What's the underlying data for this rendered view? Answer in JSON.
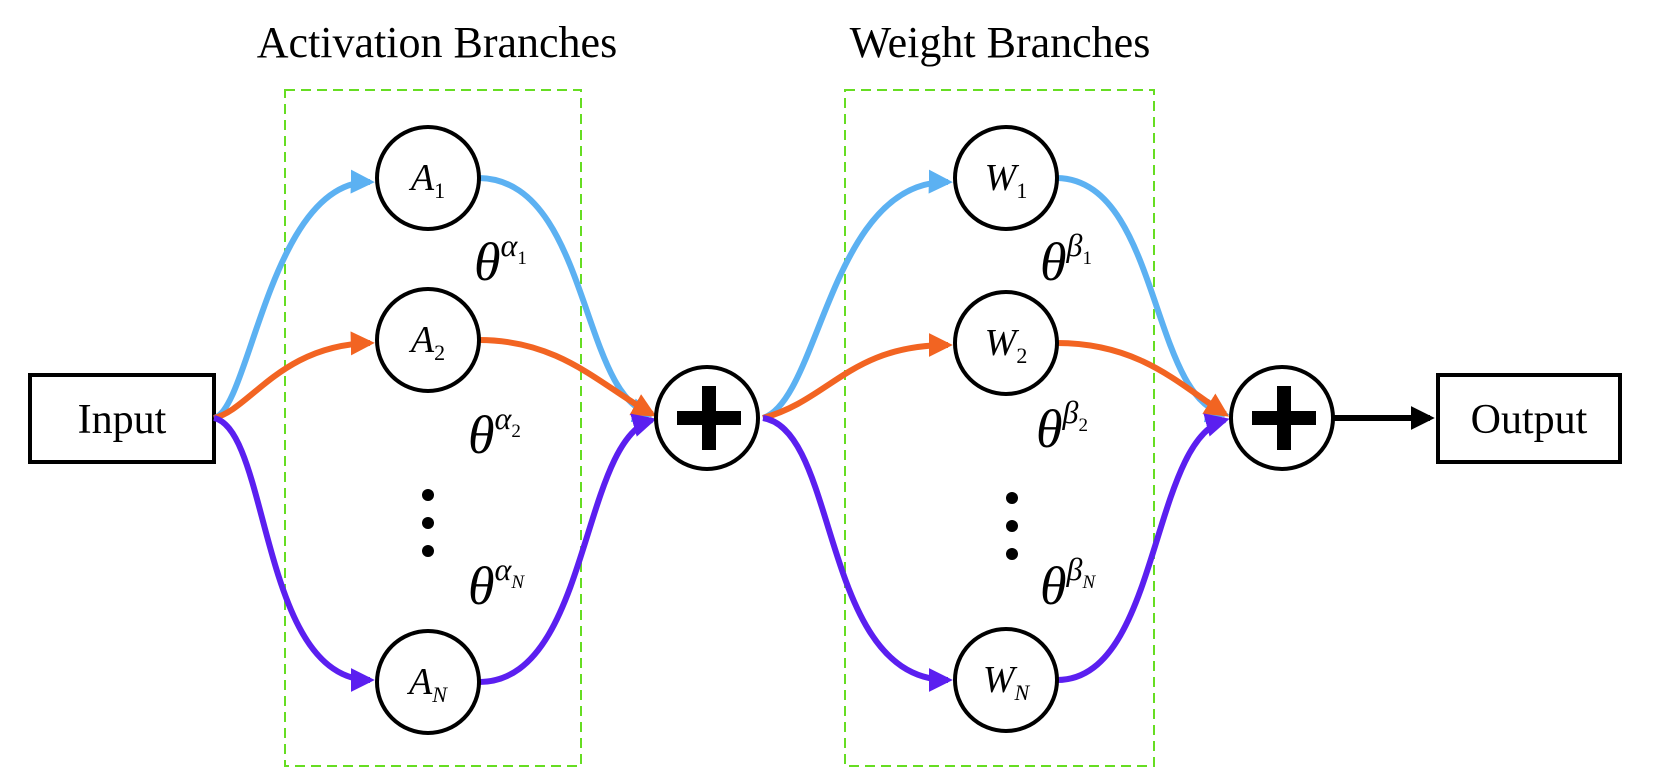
{
  "colors": {
    "branch_1": "#5cb1f2",
    "branch_2": "#f26422",
    "branch_n": "#5b1ff0",
    "group_border": "#66dd22",
    "stroke": "#000000"
  },
  "titles": {
    "activation": "Activation Branches",
    "weight": "Weight Branches"
  },
  "input_label": "Input",
  "output_label": "Output",
  "activation_nodes": [
    {
      "main": "A",
      "sub": "1"
    },
    {
      "main": "A",
      "sub": "2"
    },
    {
      "main": "A",
      "sub": "N"
    }
  ],
  "weight_nodes": [
    {
      "main": "W",
      "sub": "1"
    },
    {
      "main": "W",
      "sub": "2"
    },
    {
      "main": "W",
      "sub": "N"
    }
  ],
  "activation_params": [
    {
      "main": "θ",
      "greek": "α",
      "sub": "1"
    },
    {
      "main": "θ",
      "greek": "α",
      "sub": "2"
    },
    {
      "main": "θ",
      "greek": "α",
      "sub": "N"
    }
  ],
  "weight_params": [
    {
      "main": "θ",
      "greek": "β",
      "sub": "1"
    },
    {
      "main": "θ",
      "greek": "β",
      "sub": "2"
    },
    {
      "main": "θ",
      "greek": "β",
      "sub": "N"
    }
  ],
  "sum_symbol": "plus"
}
